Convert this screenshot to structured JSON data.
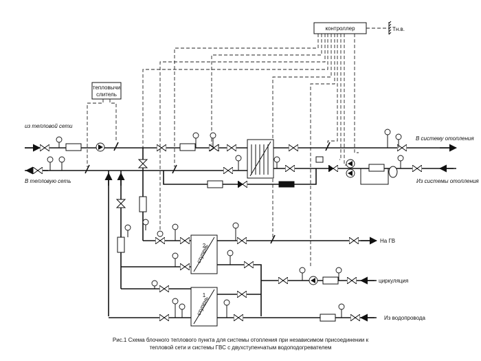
{
  "controller": {
    "label": "контроллер",
    "sensor_label": "Тн.в."
  },
  "separator": {
    "label_line1": "тепловычи",
    "label_line2": "слитель"
  },
  "flows": {
    "from_heat_network": "из тепловой сети",
    "to_heat_network": "В тепловую сеть",
    "to_heating": "В систему отопления",
    "from_heating": "Из системы отопления",
    "to_hot_water": "На ГВ",
    "circulation": "циркуляция",
    "from_water_supply": "Из водопровода"
  },
  "heat_exchangers": {
    "stage2_num": "2",
    "stage2_word": "ступень",
    "stage1_num": "1",
    "stage1_word": "ступень"
  },
  "caption": {
    "line1": "Рис.1 Схема блочного теплового пункта для системы отопления при независимом присоединении к",
    "line2": "тепловой сети и системы ГВС  с двухступенчатым водоподогревателем"
  }
}
